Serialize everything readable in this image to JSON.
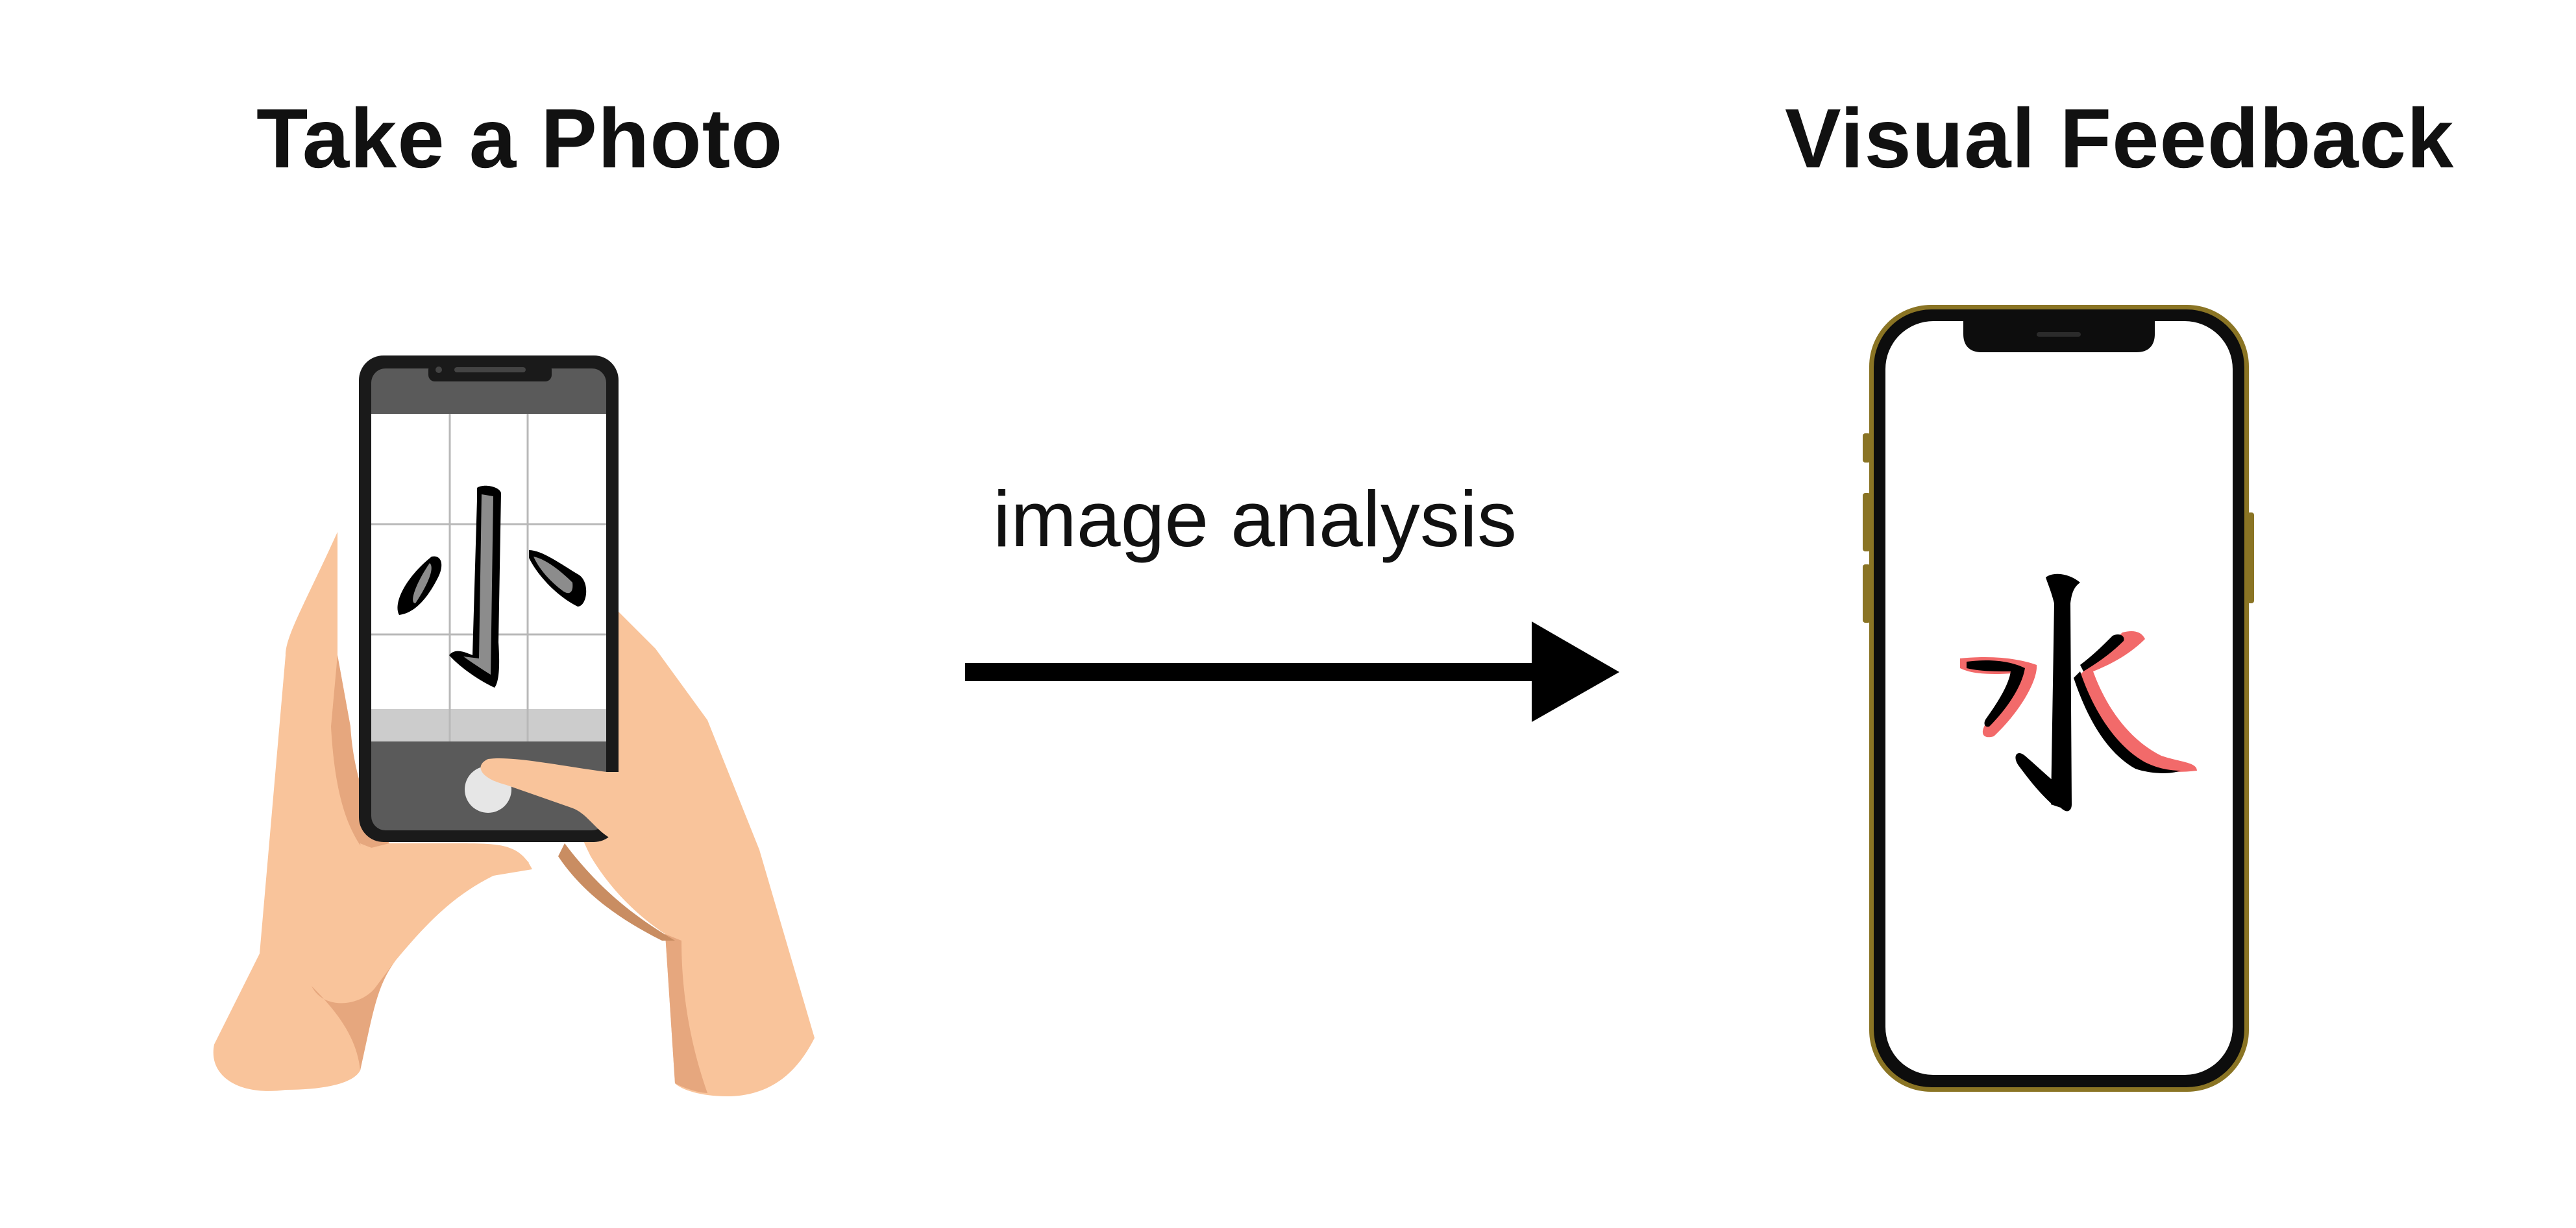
{
  "steps": {
    "capture": {
      "title": "Take a Photo"
    },
    "result": {
      "title": "Visual Feedback"
    }
  },
  "process": {
    "label": "image analysis"
  },
  "colors": {
    "skin": "#f9c49b",
    "skin_shadow": "#e6a77e",
    "phone_body": "#1a1a1a",
    "phone_bezel_gold": "#8a7424",
    "screen_header": "#595959",
    "feedback_highlight": "#f26a6a",
    "ink": "#000000"
  },
  "icons": {
    "capture_illustration": "hands-holding-phone-icon",
    "shutter": "camera-shutter-icon",
    "arrow": "arrow-right-icon",
    "result_device": "smartphone-icon"
  },
  "glyphs": {
    "captured_character": "小",
    "feedback_character": "水"
  }
}
